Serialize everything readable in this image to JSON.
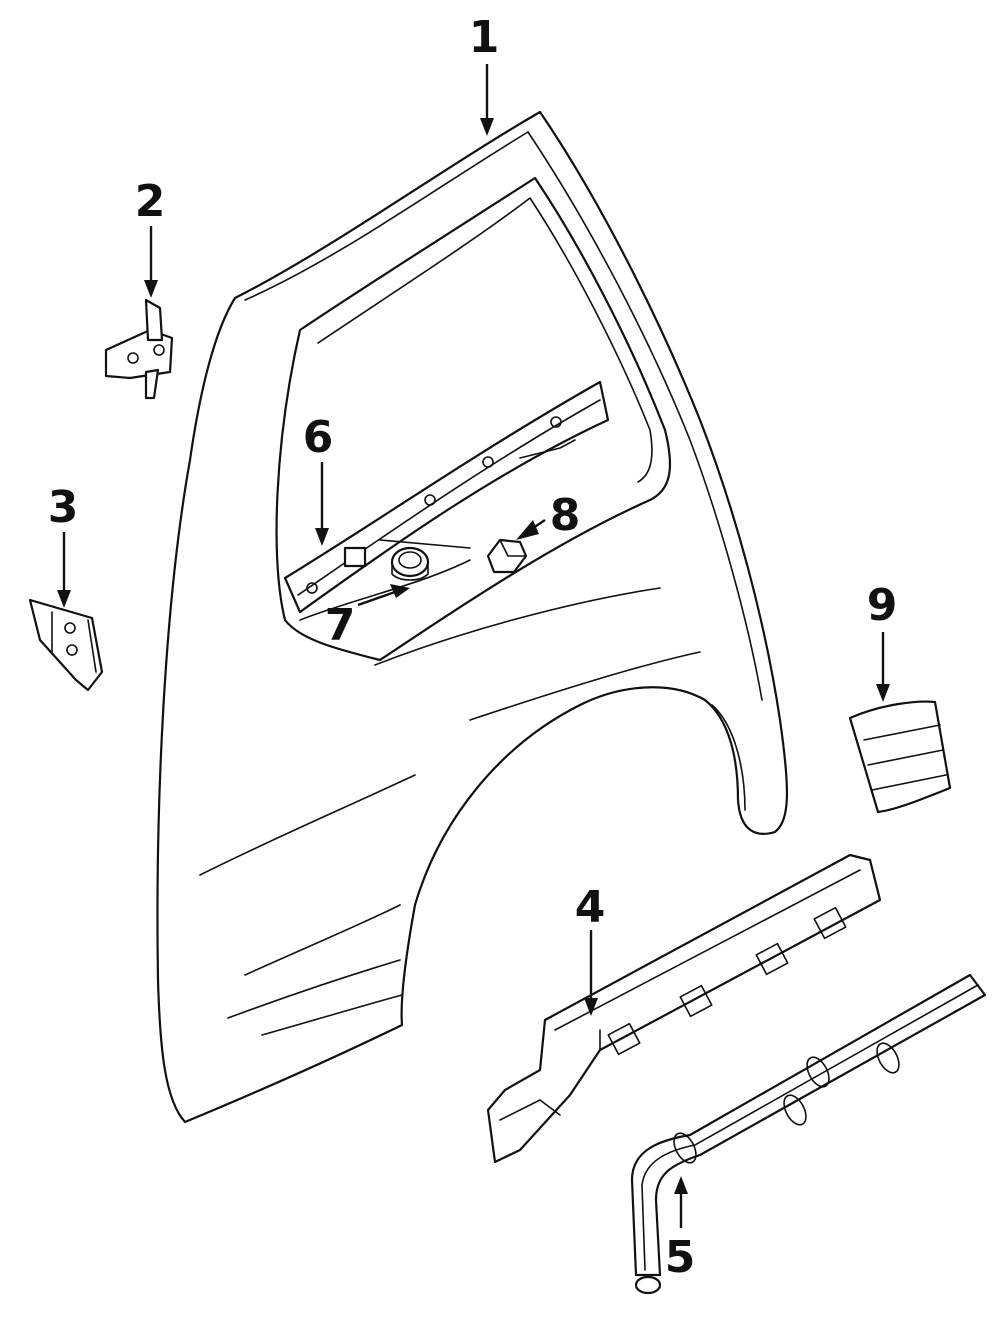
{
  "callouts": [
    {
      "id": "1",
      "label": "1"
    },
    {
      "id": "2",
      "label": "2"
    },
    {
      "id": "3",
      "label": "3"
    },
    {
      "id": "4",
      "label": "4"
    },
    {
      "id": "5",
      "label": "5"
    },
    {
      "id": "6",
      "label": "6"
    },
    {
      "id": "7",
      "label": "7"
    },
    {
      "id": "8",
      "label": "8"
    },
    {
      "id": "9",
      "label": "9"
    }
  ],
  "line_color": "#111111",
  "background_color": "#ffffff"
}
